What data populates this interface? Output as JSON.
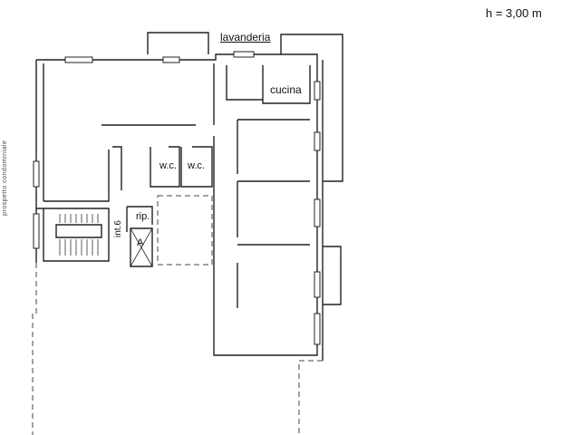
{
  "plan": {
    "height_note": "h = 3,00 m",
    "rooms": {
      "lavanderia": "lavanderia",
      "cucina": "cucina",
      "wc_1": "w.c.",
      "wc_2": "w.c.",
      "ripostiglio": "rip.",
      "interior": "int.6",
      "lift": "A"
    },
    "side_label": "prospetto condominiale"
  }
}
